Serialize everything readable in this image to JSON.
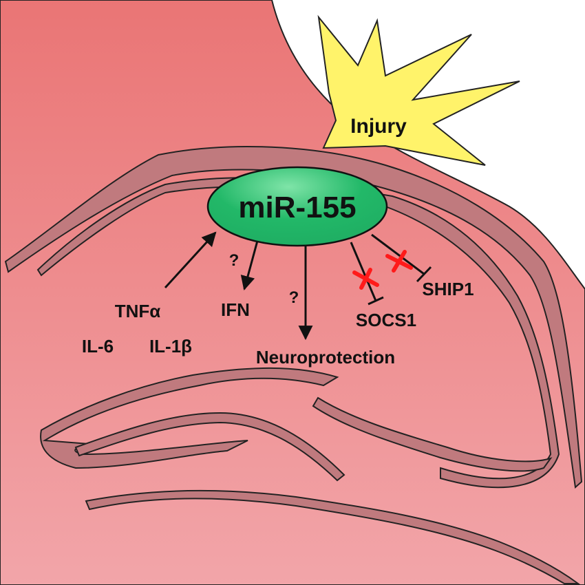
{
  "diagram": {
    "center_node": "miR-155",
    "stimulus": "Injury",
    "inputs": [
      "TNFα",
      "IL-6",
      "IL-1β"
    ],
    "uncertain_mark": "?",
    "outputs": {
      "ifn": "IFN",
      "neuroprotection": "Neuroprotection"
    },
    "inhibited_targets": [
      "SOCS1",
      "SHIP1"
    ]
  },
  "colors": {
    "tissue_top": "#ea7575",
    "tissue_bottom": "#f2a5a9",
    "fold": "#c07a7e",
    "node_fill": "#1fae63",
    "node_highlight": "#7fe4a8",
    "burst_fill": "#fff36a",
    "block_mark": "#ff1a1a"
  }
}
